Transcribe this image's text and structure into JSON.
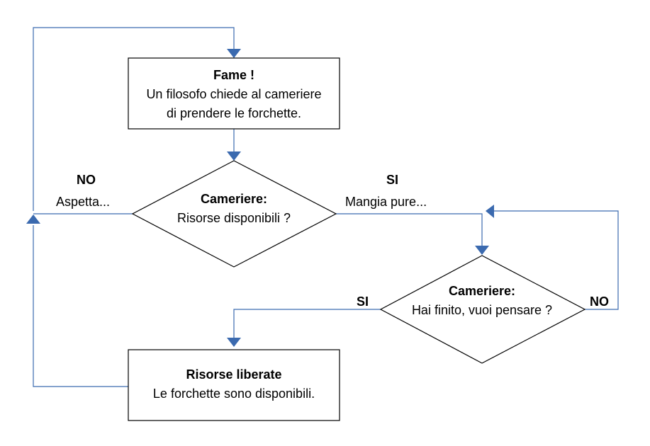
{
  "colors": {
    "connector": "#3b6aaf",
    "shape_stroke": "#000000",
    "background": "#ffffff"
  },
  "nodes": {
    "hunger": {
      "title": "Fame !",
      "lines": [
        "Un filosofo chiede al cameriere",
        "di prendere le forchette."
      ]
    },
    "decision_available": {
      "title": "Cameriere:",
      "text": "Risorse disponibili ?"
    },
    "decision_finished": {
      "title": "Cameriere:",
      "text": "Hai finito, vuoi pensare ?"
    },
    "released": {
      "title": "Risorse liberate",
      "text": "Le forchette sono disponibili."
    }
  },
  "edge_labels": {
    "available_no": {
      "title": "NO",
      "text": "Aspetta..."
    },
    "available_yes": {
      "title": "SI",
      "text": "Mangia pure..."
    },
    "finished_yes": "SI",
    "finished_no": "NO"
  }
}
